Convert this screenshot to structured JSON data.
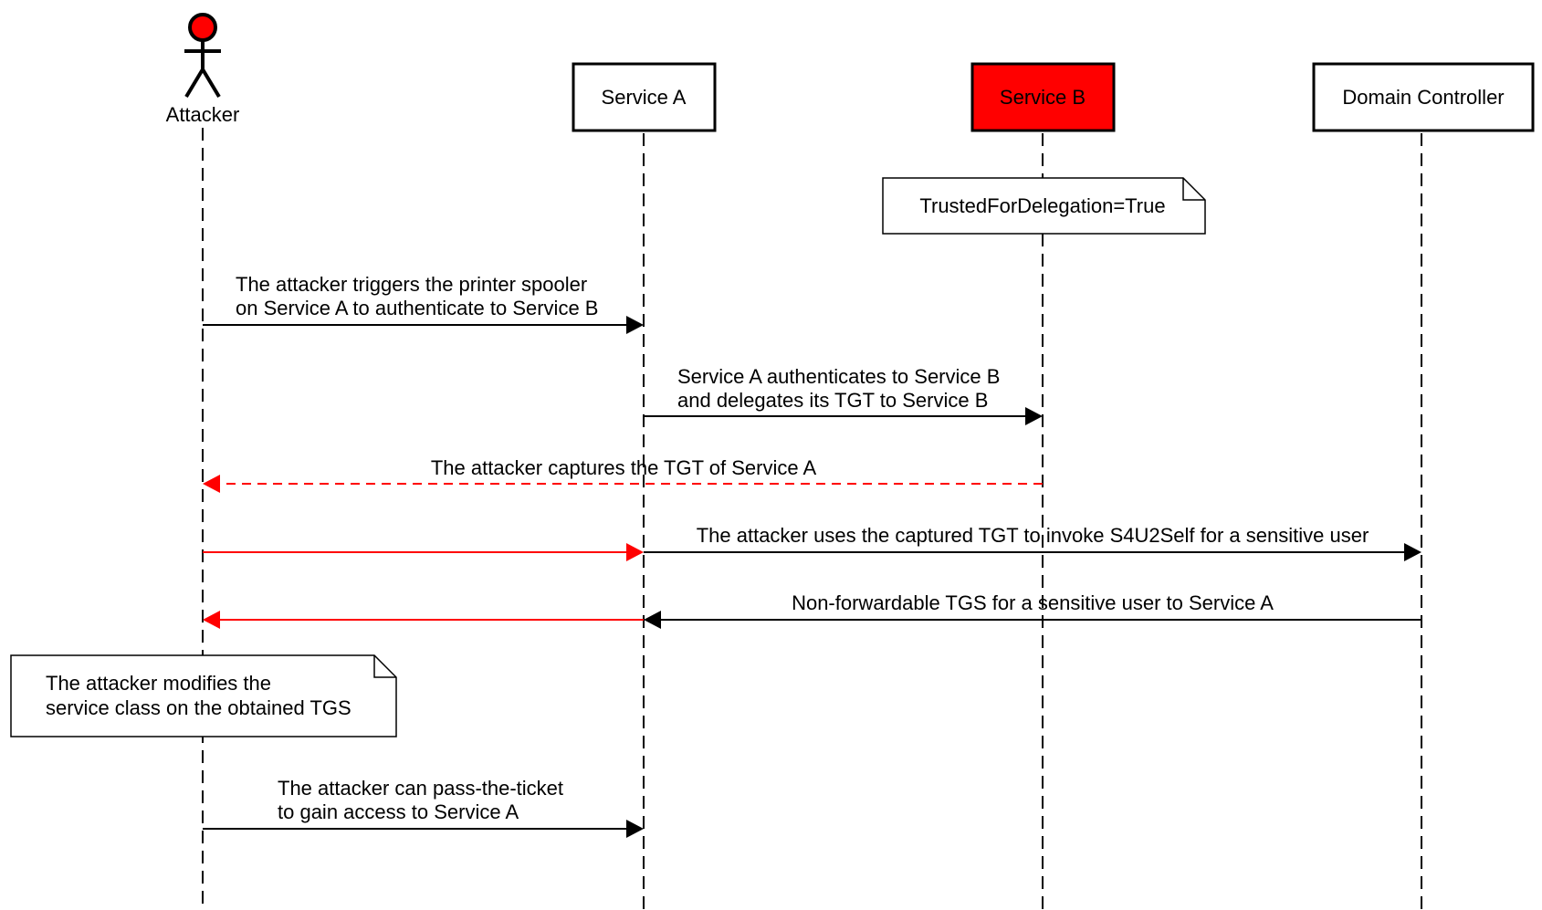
{
  "participants": {
    "attacker": {
      "label": "Attacker",
      "color": "#ff0000"
    },
    "service_a": {
      "label": "Service A",
      "color": "#ffffff"
    },
    "service_b": {
      "label": "Service B",
      "color": "#ff0000"
    },
    "domain_controller": {
      "label": "Domain Controller",
      "color": "#ffffff"
    }
  },
  "notes": {
    "delegation": [
      "TrustedForDelegation=True"
    ],
    "modify": [
      "The attacker modifies the",
      "service class on the obtained TGS"
    ]
  },
  "messages": {
    "m1": [
      "The attacker triggers the printer spooler",
      "on Service A to authenticate to Service B"
    ],
    "m2": [
      "Service A authenticates to Service B",
      "and delegates its TGT to Service B"
    ],
    "m3": [
      "The attacker captures the TGT of Service A"
    ],
    "m4": [
      "The attacker uses the captured TGT to invoke S4U2Self for a sensitive user"
    ],
    "m5": [
      "Non-forwardable TGS for a sensitive user to Service A"
    ],
    "m6": [
      "The attacker can pass-the-ticket",
      "to gain access to Service A"
    ]
  },
  "colors": {
    "highlight": "#ff0000",
    "line": "#000000"
  }
}
